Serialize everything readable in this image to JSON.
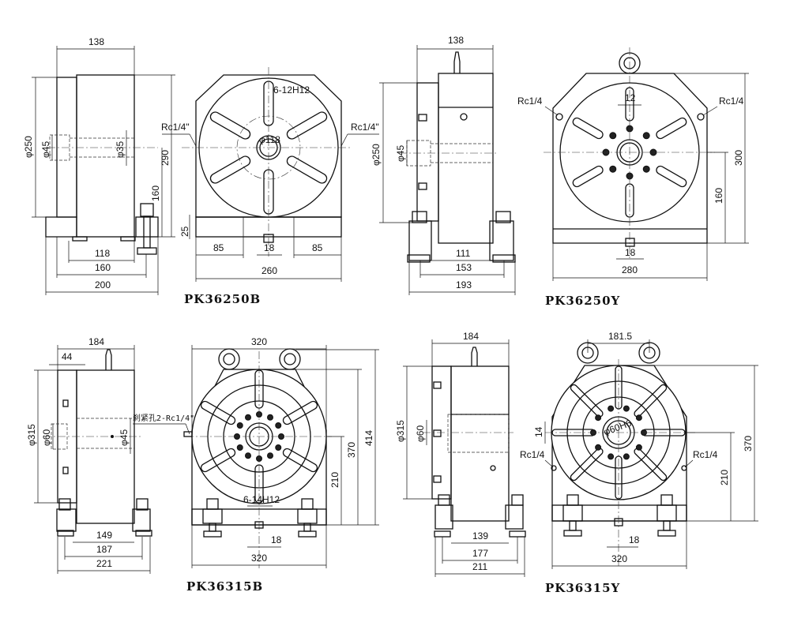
{
  "drawings": [
    {
      "model": "PK36250B",
      "side": {
        "width_top": "138",
        "bore_outer": "φ250",
        "bore": "φ45",
        "spindle": "φ35",
        "height_total": "290",
        "center_height": "160",
        "base_118": "118",
        "base_160": "160",
        "base_200": "200"
      },
      "front": {
        "slots": "6-12H12",
        "hub": "φ118",
        "port_left": "Rc1/4\"",
        "port_right": "Rc1/4\"",
        "base_h": "25",
        "left": "85",
        "key": "18",
        "right": "85",
        "width": "260"
      }
    },
    {
      "model": "PK36250Y",
      "side": {
        "width_top": "138",
        "bore_outer": "φ250",
        "bore": "φ45",
        "base_111": "111",
        "base_153": "153",
        "base_193": "193"
      },
      "front": {
        "slot_w": "12",
        "port_left": "Rc1/4",
        "port_right": "Rc1/4",
        "height_total": "300",
        "center_height": "160",
        "key": "18",
        "width": "280"
      }
    },
    {
      "model": "PK36315B",
      "side": {
        "width_top": "184",
        "flange": "44",
        "bore_outer": "φ315",
        "bore": "φ60",
        "spindle": "φ45",
        "clamp_port": "刹紧孔2-Rc1/4\"",
        "base_149": "149",
        "base_187": "187",
        "base_221": "221"
      },
      "front": {
        "width_top": "320",
        "slots": "6-14H12",
        "height_370": "370",
        "height_414": "414",
        "center_height": "210",
        "key": "18",
        "width": "320"
      }
    },
    {
      "model": "PK36315Y",
      "side": {
        "width_top": "184",
        "bore_outer": "φ315",
        "bore": "φ60",
        "base_139": "139",
        "base_177": "177",
        "base_211": "211"
      },
      "front": {
        "eye_pitch": "181.5",
        "hub": "φ60H6",
        "slot_w": "14",
        "port_left": "Rc1/4",
        "port_right": "Rc1/4",
        "height_total": "370",
        "center_height": "210",
        "key": "18",
        "width": "320"
      }
    }
  ]
}
